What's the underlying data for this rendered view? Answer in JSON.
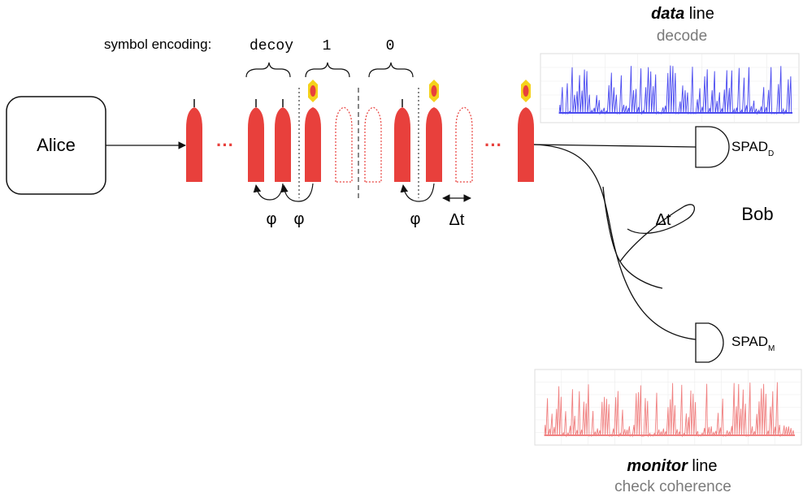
{
  "alice": {
    "label": "Alice"
  },
  "bob": {
    "label": "Bob"
  },
  "encoding": {
    "label": "symbol encoding:",
    "decoy": "decoy",
    "one": "1",
    "zero": "0"
  },
  "ellipsis": "···",
  "phase_label": "φ",
  "delta_t": "Δt",
  "spad_data": {
    "base": "SPAD",
    "sub": "D"
  },
  "spad_monitor": {
    "base": "SPAD",
    "sub": "M"
  },
  "data_line": {
    "emph": "data",
    "rest": " line",
    "caption": "decode"
  },
  "monitor_line": {
    "emph": "monitor",
    "rest": " line",
    "caption": "check coherence"
  },
  "colors": {
    "pulse": "#e8403c",
    "flame_outer": "#f5d21a",
    "flame_inner": "#e8403c",
    "data_trace": "#4a4af0",
    "monitor_trace": "#f08080",
    "caption_gray": "#7a7a7a"
  },
  "icons": {
    "detector": "spad-detector-icon",
    "pulse": "pulse-icon",
    "flame": "detection-flash-icon"
  }
}
